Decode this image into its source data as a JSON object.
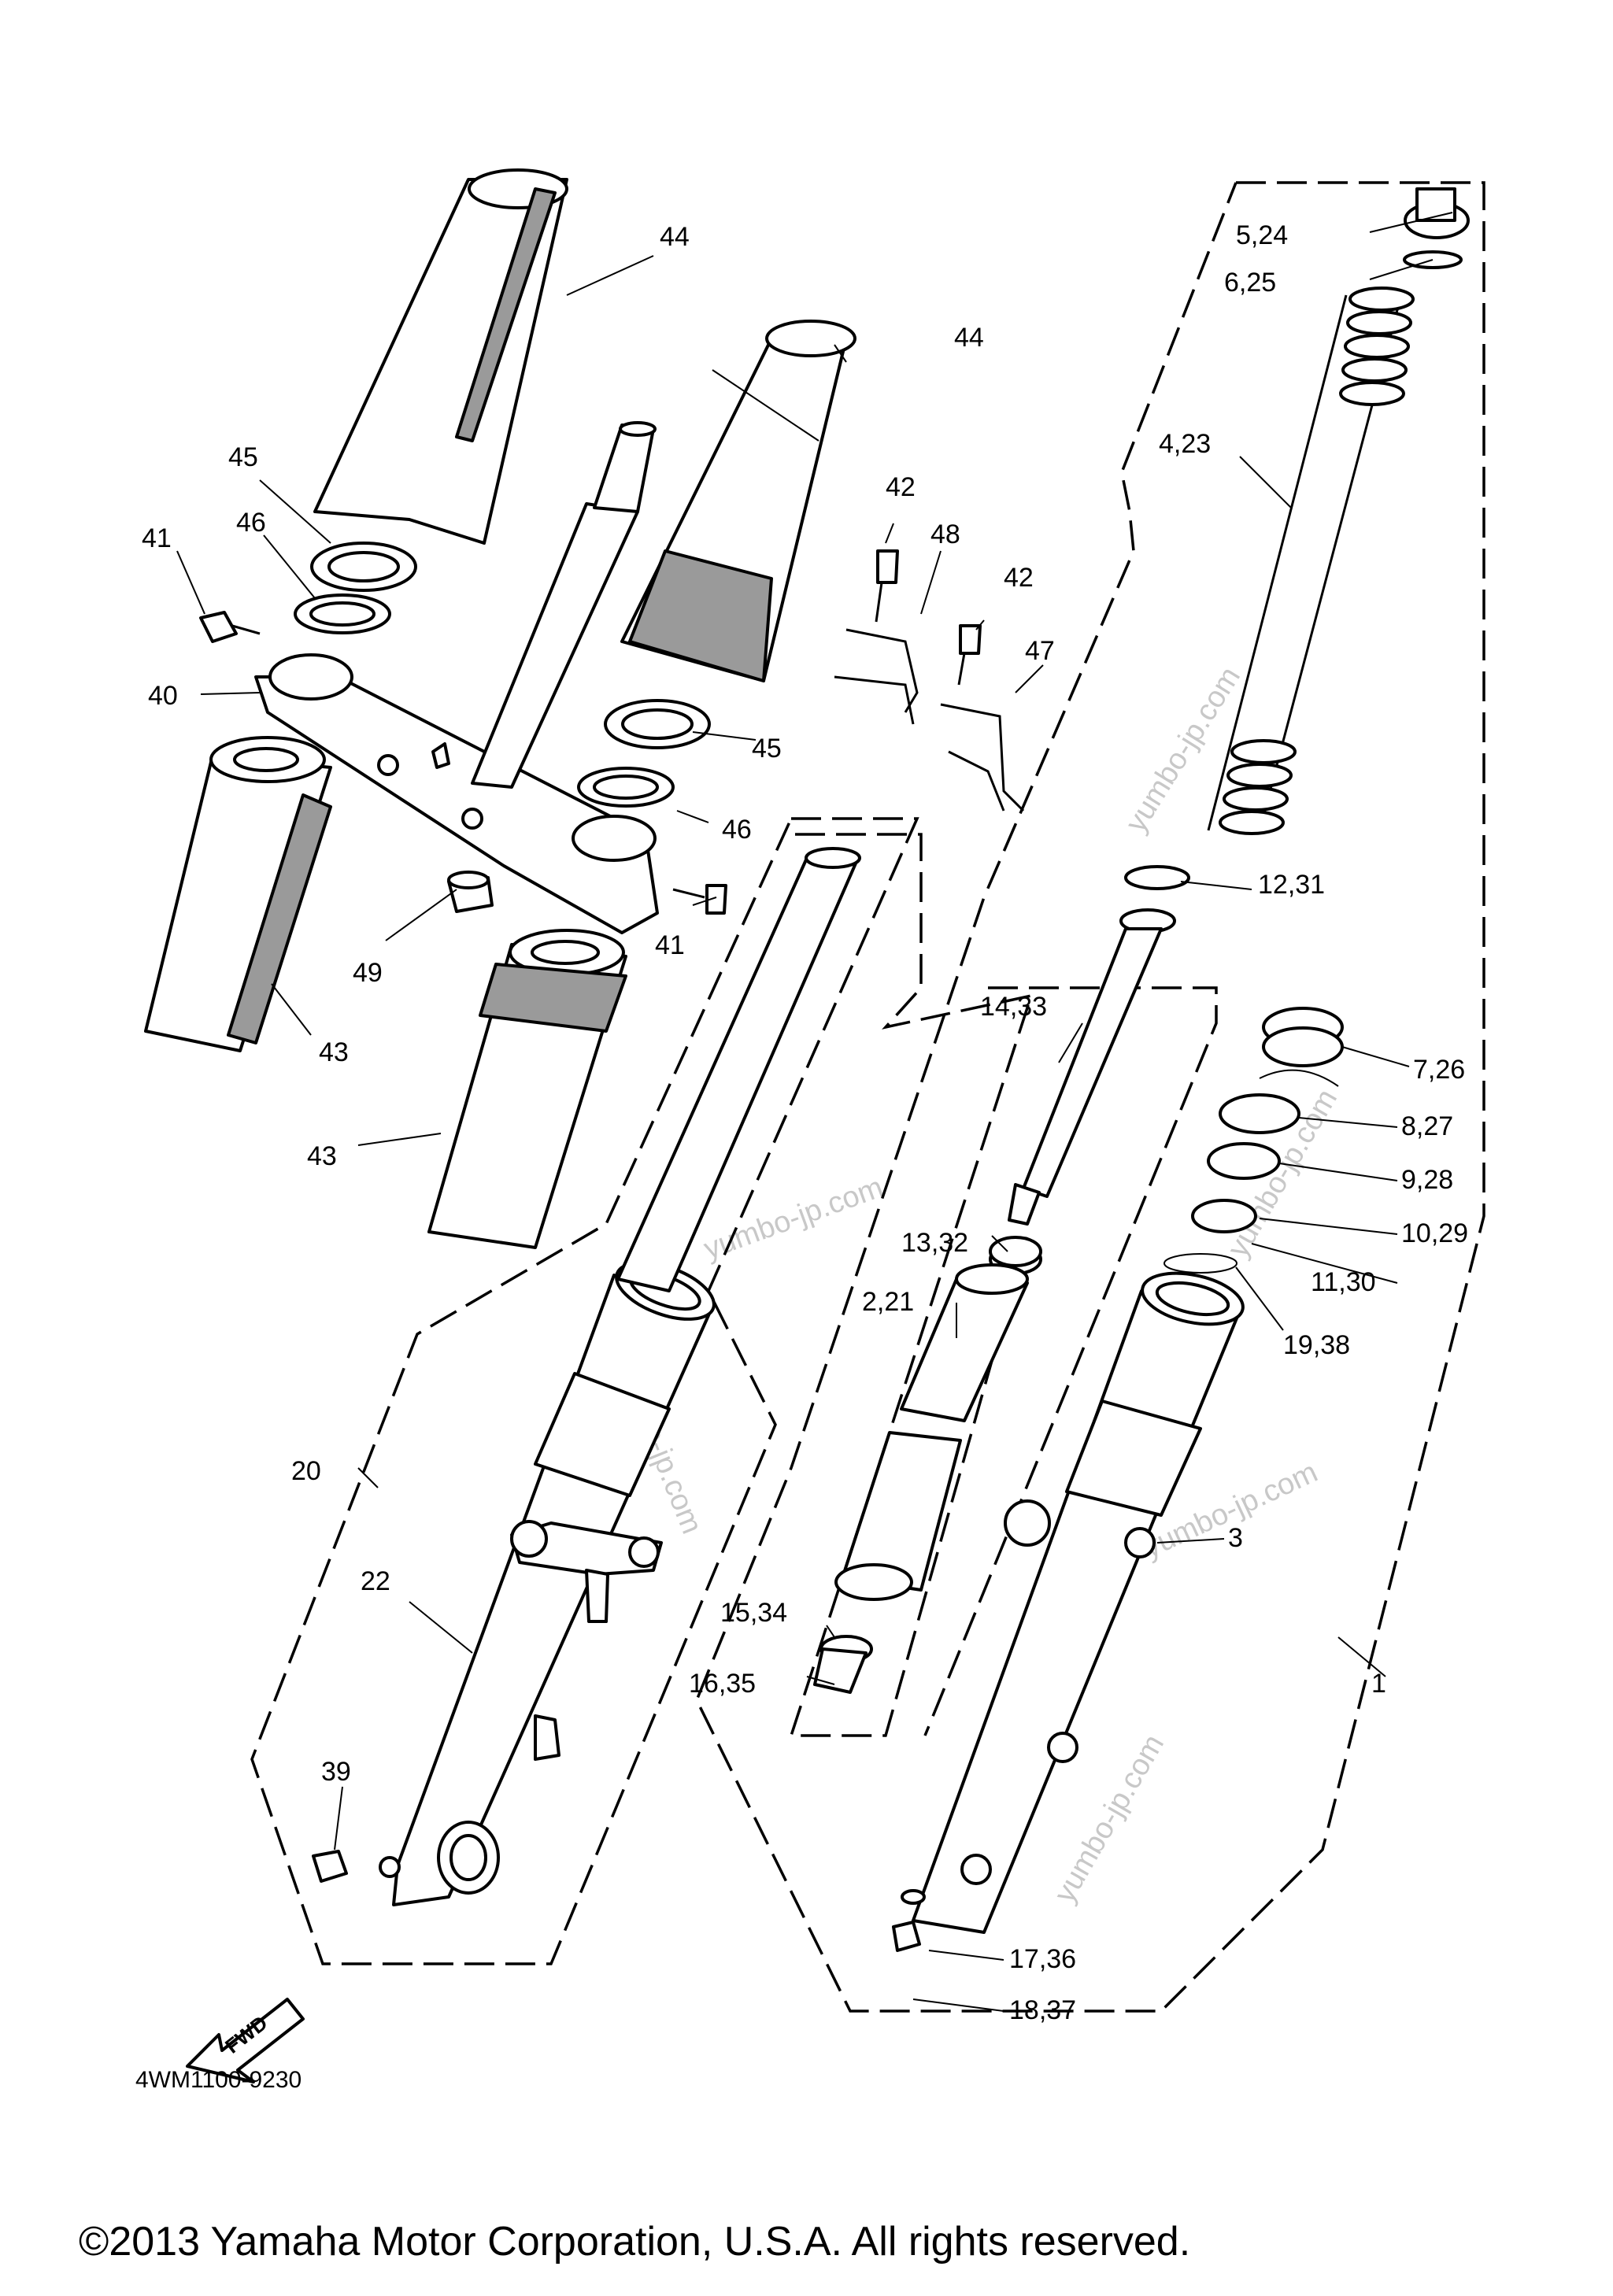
{
  "diagram_code": "4WM1100-9230",
  "copyright": "©2013 Yamaha Motor Corporation, U.S.A. All rights reserved.",
  "watermark": "yumbo-jp.com",
  "fwd_label": "FWD",
  "callouts": {
    "c44a": "44",
    "c44b": "44",
    "c45a": "45",
    "c45b": "45",
    "c46a": "46",
    "c46b": "46",
    "c41a": "41",
    "c41b": "41",
    "c40": "40",
    "c49": "49",
    "c43a": "43",
    "c43b": "43",
    "c42a": "42",
    "c42b": "42",
    "c48": "48",
    "c47": "47",
    "c5_24": "5,24",
    "c6_25": "6,25",
    "c4_23": "4,23",
    "c12_31": "12,31",
    "c14_33": "14,33",
    "c7_26": "7,26",
    "c8_27": "8,27",
    "c9_28": "9,28",
    "c10_29": "10,29",
    "c11_30": "11,30",
    "c13_32": "13,32",
    "c2_21": "2,21",
    "c19_38": "19,38",
    "c20": "20",
    "c22": "22",
    "c3": "3",
    "c1": "1",
    "c15_34": "15,34",
    "c16_35": "16,35",
    "c39": "39",
    "c17_36": "17,36",
    "c18_37": "18,37"
  }
}
